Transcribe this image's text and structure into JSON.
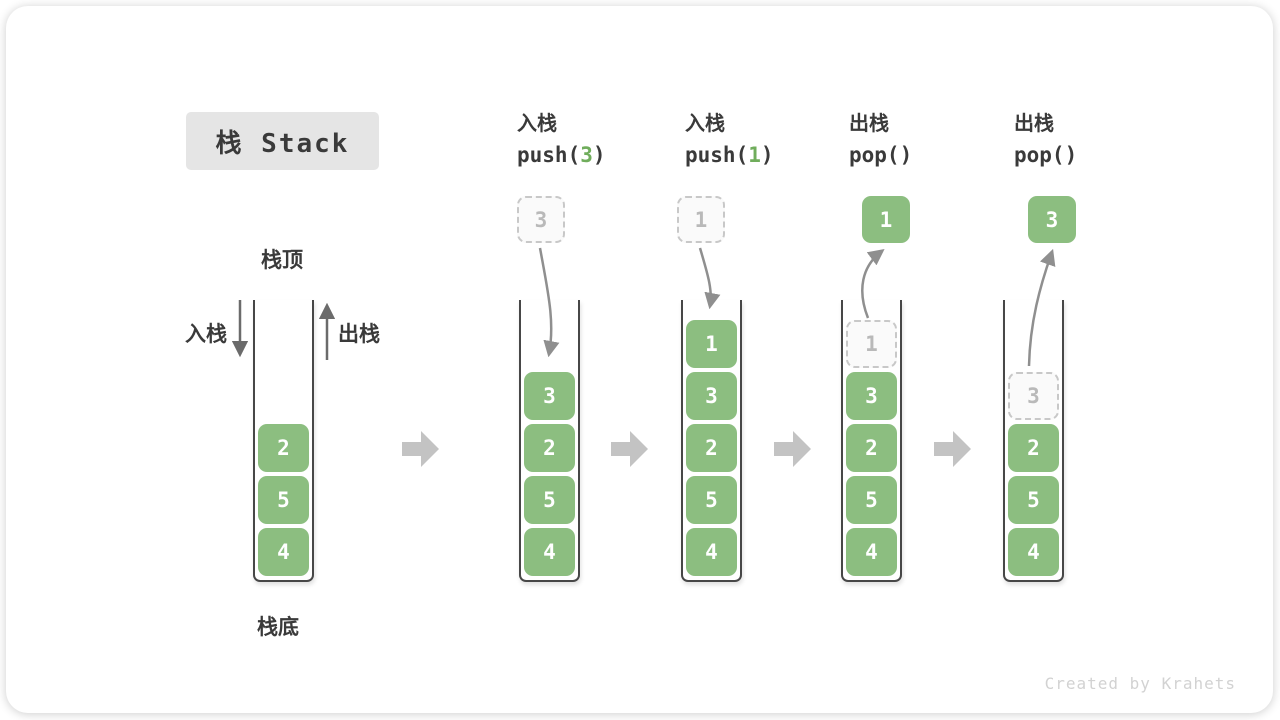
{
  "title": "栈 Stack",
  "labels": {
    "stack_top": "栈顶",
    "stack_bottom": "栈底",
    "push_side": "入栈",
    "pop_side": "出栈"
  },
  "operations": [
    {
      "label": "入栈",
      "code": [
        {
          "t": "push("
        },
        {
          "t": "3",
          "green": true
        },
        {
          "t": ")"
        }
      ]
    },
    {
      "label": "入栈",
      "code": [
        {
          "t": "push("
        },
        {
          "t": "1",
          "green": true
        },
        {
          "t": ")"
        }
      ]
    },
    {
      "label": "出栈",
      "code": [
        {
          "t": "pop()"
        }
      ]
    },
    {
      "label": "出栈",
      "code": [
        {
          "t": "pop()"
        }
      ]
    }
  ],
  "stacks": [
    {
      "float_box": null,
      "cells": [
        {
          "v": "2"
        },
        {
          "v": "5"
        },
        {
          "v": "4"
        }
      ]
    },
    {
      "float_box": {
        "v": "3",
        "style": "dashed"
      },
      "cells": [
        {
          "v": "3"
        },
        {
          "v": "2"
        },
        {
          "v": "5"
        },
        {
          "v": "4"
        }
      ]
    },
    {
      "float_box": {
        "v": "1",
        "style": "dashed"
      },
      "cells": [
        {
          "v": "1"
        },
        {
          "v": "3"
        },
        {
          "v": "2"
        },
        {
          "v": "5"
        },
        {
          "v": "4"
        }
      ]
    },
    {
      "float_box": {
        "v": "1",
        "style": "solid"
      },
      "cells": [
        {
          "v": "1",
          "dashed": true
        },
        {
          "v": "3"
        },
        {
          "v": "2"
        },
        {
          "v": "5"
        },
        {
          "v": "4"
        }
      ]
    },
    {
      "float_box": {
        "v": "3",
        "style": "solid"
      },
      "cells": [
        {
          "v": "3",
          "dashed": true
        },
        {
          "v": "2"
        },
        {
          "v": "5"
        },
        {
          "v": "4"
        }
      ]
    }
  ],
  "credit": "Created by Krahets",
  "colors": {
    "block_green": "#8cbe80",
    "code_green": "#70ad5c",
    "curved_arrow": "#8f8f8f",
    "side_arrow": "#6b6b6b",
    "step_arrow": "#c3c3c3",
    "title_box_bg": "#e5e5e5",
    "text_dark": "#3a3a3a",
    "dashed_border": "#c8c8c8"
  }
}
